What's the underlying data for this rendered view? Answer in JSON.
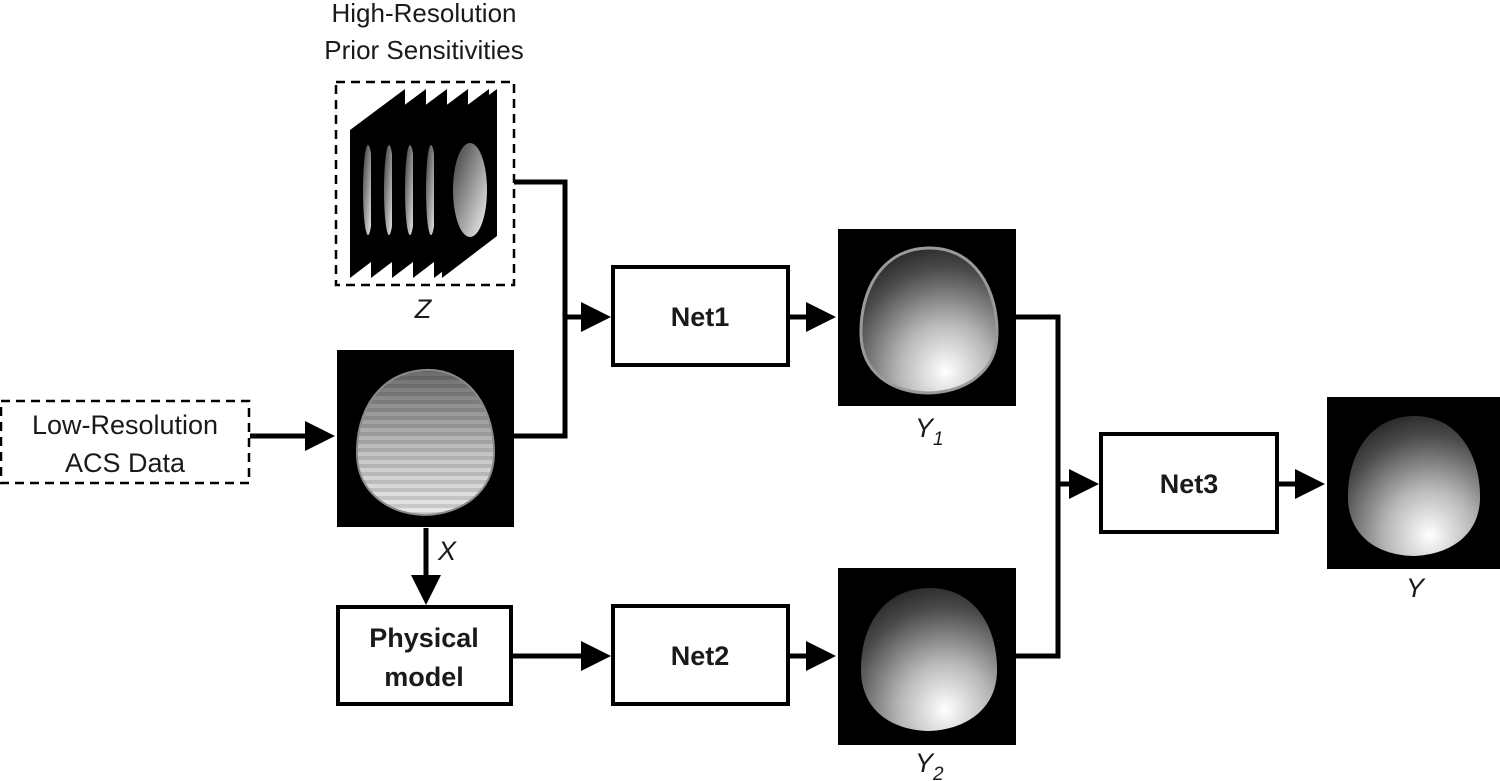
{
  "labels": {
    "prior_line1": "High-Resolution",
    "prior_line2": "Prior Sensitivities",
    "acs_line1": "Low-Resolution",
    "acs_line2": "ACS Data",
    "z": "Z",
    "x": "X",
    "y1_main": "Y",
    "y1_sub": "1",
    "y2_main": "Y",
    "y2_sub": "2",
    "y": "Y",
    "net1": "Net1",
    "net2": "Net2",
    "net3": "Net3",
    "physical_line1": "Physical",
    "physical_line2": "model"
  },
  "colors": {
    "stroke": "#000000",
    "image_background": "#000000",
    "text": "#1a1a1a"
  }
}
